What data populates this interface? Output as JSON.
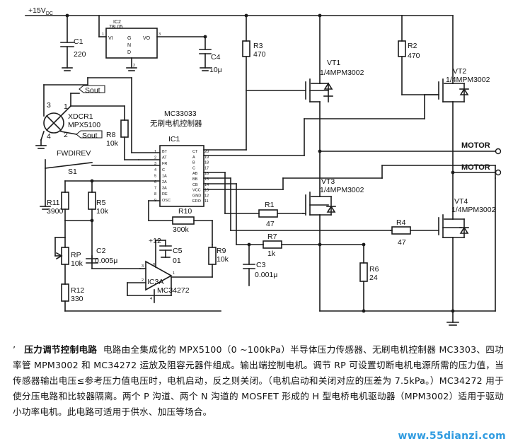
{
  "supply_label": "+15V",
  "supply_sub": "DC",
  "components": {
    "ic2": {
      "ref": "IC2",
      "part": "78L05",
      "vi": "VI",
      "vo": "VO",
      "g": "G",
      "n": "N",
      "d": "D",
      "pin1": "1",
      "pin2": "2",
      "pin3": "3"
    },
    "c1": {
      "ref": "C1",
      "value": "220"
    },
    "c4": {
      "ref": "C4",
      "value": "10μ"
    },
    "r3": {
      "ref": "R3",
      "value": "470"
    },
    "r2": {
      "ref": "R2",
      "value": "470"
    },
    "vt1": {
      "ref": "VT1",
      "part": "1/4MPM3002"
    },
    "vt2": {
      "ref": "VT2",
      "part": "1/4MPM3002"
    },
    "vt3": {
      "ref": "VT3",
      "part": "1/4MPM3002"
    },
    "vt4": {
      "ref": "VT4",
      "part": "1/4MPM3002"
    },
    "xdcr1": {
      "ref": "XDCR1",
      "part": "MPX5100",
      "pin1": "1",
      "pin2": "2",
      "pin3": "3",
      "pin4": "4"
    },
    "sout": "Sout",
    "r8": {
      "ref": "R8",
      "value": "10k"
    },
    "ic1": {
      "ref": "IC1",
      "part": "MC33033",
      "desc": "无刷电机控制器"
    },
    "fwdirev": "FWDIREV",
    "s1": "S1",
    "r11": {
      "ref": "R11",
      "value": "3900"
    },
    "r5": {
      "ref": "R5",
      "value": "10k"
    },
    "r10": {
      "ref": "R10",
      "value": "300k"
    },
    "r1": {
      "ref": "R1",
      "value": "47"
    },
    "r4": {
      "ref": "R4",
      "value": "47"
    },
    "r7": {
      "ref": "R7",
      "value": "1k"
    },
    "r6": {
      "ref": "R6",
      "value": "24"
    },
    "r9": {
      "ref": "R9",
      "value": "10k"
    },
    "rp": {
      "ref": "RP",
      "value": "10k"
    },
    "r12": {
      "ref": "R12",
      "value": "330"
    },
    "c2": {
      "ref": "C2",
      "value": "0.005μ"
    },
    "c3": {
      "ref": "C3",
      "value": "0.001μ"
    },
    "c5": {
      "ref": "C5",
      "value": "01"
    },
    "vcc12": "+12",
    "ic3a": {
      "ref": "IC3A",
      "part": "MC34272",
      "pin_plus": "3",
      "pin_minus": "2",
      "pin_out": "1",
      "pin_v": "8",
      "pin_g": "4"
    },
    "motor_top": "MOTOR",
    "motor_bottom": "MOTOR"
  },
  "ic1_pins_left": [
    "BT",
    "AT",
    "FR",
    "C",
    "1A",
    "2A",
    "3A",
    "RE",
    "OSC"
  ],
  "ic1_pins_right": [
    "CT",
    "A",
    "B",
    "C",
    "AB",
    "BB",
    "CB",
    "VCC",
    "GND",
    "ERO"
  ],
  "ic1_pin_nums_right": [
    "20",
    "19",
    "18",
    "17",
    "16",
    "15",
    "14",
    "13",
    "12",
    "11"
  ],
  "ic1_pin_nums_left": [
    "1",
    "2",
    "3",
    "4",
    "5",
    "6",
    "7",
    "8",
    "9"
  ],
  "description": {
    "bullet": "’",
    "title": "压力调节控制电路",
    "body": "电路由全集成化的 MPX5100（0 ~100kPa）半导体压力传感器、无刷电机控制器 MC3303、四功率管 MPM3002 和 MC34272 运放及阻容元器件组成。输出端控制电机。调节 RP 可设置切断电机电源所需的压力值，当传感器输出电压≤参考压力值电压时，电机启动，反之则关闭。（电机启动和关闭对应的压差为 7.5kPa。）MC34272 用于使分压电路和比较器隔离。两个 P 沟道、两个 N 沟道的 MOSFET 形成的 H 型电桥电机驱动器（MPM3002）适用于驱动小功率电机。此电路可适用于供水、加压等场合。"
  },
  "watermark": "www.55dianzi.com"
}
